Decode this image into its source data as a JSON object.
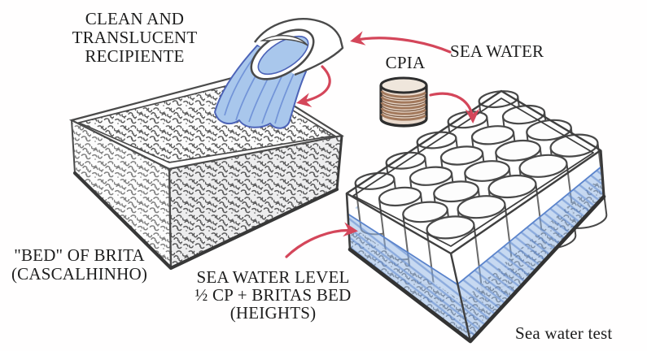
{
  "figure": {
    "title": "Sea water test",
    "labels": {
      "recipient": "CLEAN AND\nTRANSLUCENT\nRECIPIENTE",
      "sea_water": "SEA WATER",
      "cpia": "CPIA",
      "brita_bed": "\"BED\" OF BRITA\n(CASCALHINHO)",
      "water_level": "SEA WATER LEVEL\n½ CP + BRITAS BED\n(HEIGHTS)",
      "sea_water_test": "Sea water test"
    },
    "elements": {
      "left_container": "transparent box filled with brita gravel (cascalhinho)",
      "pour_scoop": "half-pipe scoop pouring sea water into gravel box",
      "cpia_sample": "coiled brown CPIA cylinder specimen",
      "right_container": "transparent box with 20 white CP cylinders standing in sea water over gravel bed",
      "annotation_arrows": 4
    },
    "colors": {
      "ink": "#3f3f3f",
      "text": "#1d1d1d",
      "water_fill": "#a9c7ec",
      "water_stroke": "#5b7fcc",
      "water_outline": "#4c63b8",
      "arrow_red": "#d4465a",
      "gravel_stroke": "#5d5d5d",
      "cpia_stripe": "#a3795c"
    }
  }
}
